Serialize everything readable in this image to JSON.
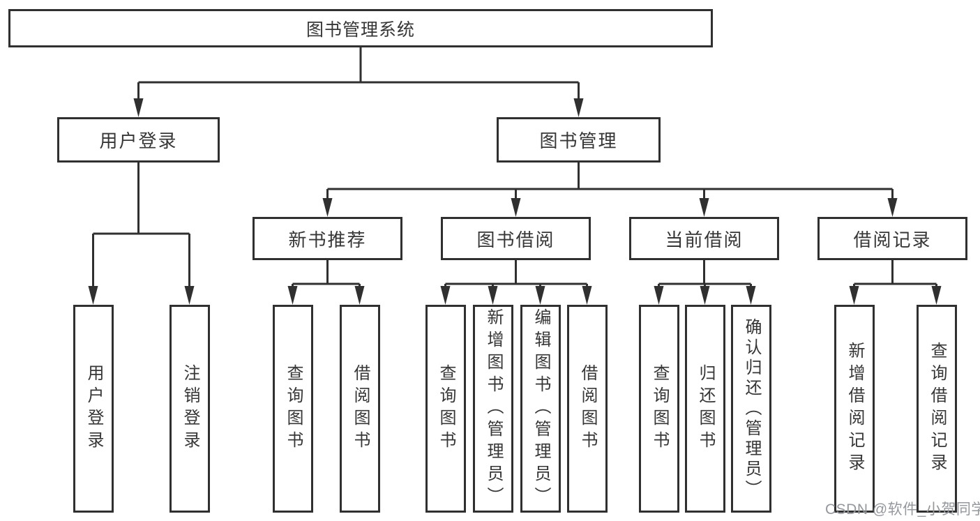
{
  "tree": {
    "label": "图书管理系统",
    "children": [
      {
        "label": "用户登录",
        "children": [
          {
            "label": "用户登录"
          },
          {
            "label": "注销登录"
          }
        ]
      },
      {
        "label": "图书管理",
        "children": [
          {
            "label": "新书推荐",
            "children": [
              {
                "label": "查询图书"
              },
              {
                "label": "借阅图书"
              }
            ]
          },
          {
            "label": "图书借阅",
            "children": [
              {
                "label": "查询图书"
              },
              {
                "label": "新增图书（管理员）"
              },
              {
                "label": "编辑图书（管理员）"
              },
              {
                "label": "借阅图书"
              }
            ]
          },
          {
            "label": "当前借阅",
            "children": [
              {
                "label": "查询图书"
              },
              {
                "label": "归还图书"
              },
              {
                "label": "确认归还（管理员）"
              }
            ]
          },
          {
            "label": "借阅记录",
            "children": [
              {
                "label": "新增借阅记录"
              },
              {
                "label": "查询借阅记录"
              }
            ]
          }
        ]
      }
    ]
  },
  "watermark": {
    "text": "CSDN @软件_小贺同学"
  },
  "colors": {
    "line": "#303030",
    "text": "#363636",
    "watermark": "#94989d",
    "background": "#ffffff"
  }
}
